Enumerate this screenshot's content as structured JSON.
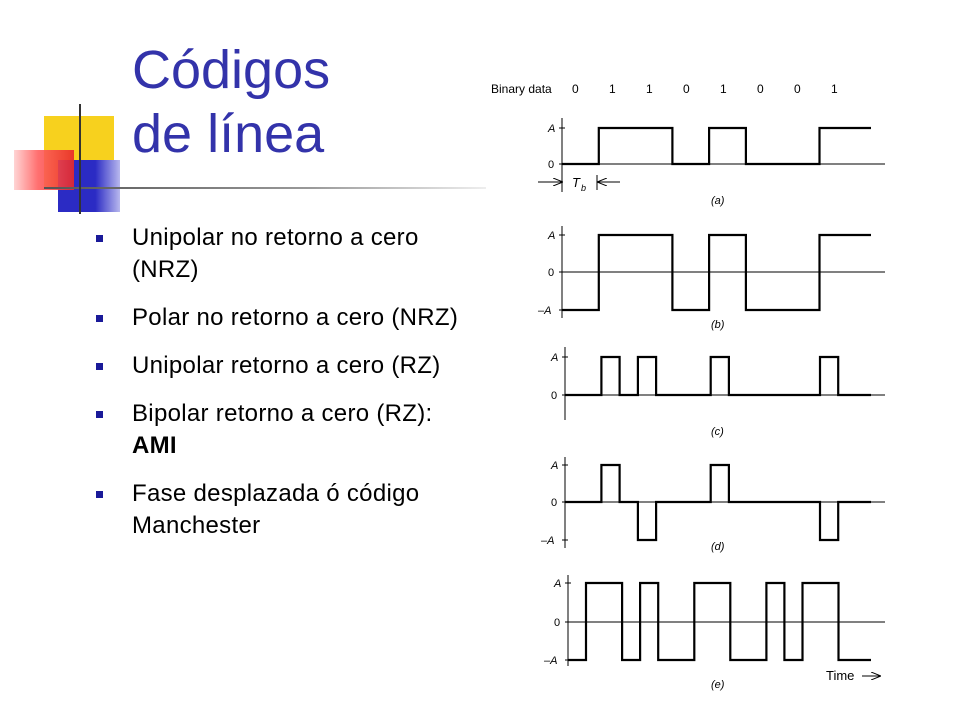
{
  "slide": {
    "title_line1": "Códigos",
    "title_line2": "de línea",
    "colors": {
      "title": "#3333aa",
      "bullet": "#1a1a99",
      "deco_yellow": "#f7d11e",
      "deco_red": "#e8282a",
      "deco_blue": "#2b2bc4"
    }
  },
  "bullets": [
    {
      "text": "Unipolar no retorno a cero (NRZ)",
      "bold": ""
    },
    {
      "text": "Polar no retorno a cero (NRZ)",
      "bold": ""
    },
    {
      "text": "Unipolar retorno a cero (RZ)",
      "bold": ""
    },
    {
      "text": "Bipolar retorno a cero (RZ): ",
      "bold": "AMI"
    },
    {
      "text": "Fase desplazada ó código Manchester",
      "bold": ""
    }
  ],
  "figure": {
    "binary_data_label": "Binary data",
    "bits": [
      "0",
      "1",
      "1",
      "0",
      "1",
      "0",
      "0",
      "1"
    ],
    "tb_label": "T",
    "tb_sub": "b",
    "time_label": "Time",
    "panels": [
      {
        "id": "a",
        "caption": "(a)",
        "levels_labels": [
          "A",
          "0"
        ],
        "code": "unipolar-nrz"
      },
      {
        "id": "b",
        "caption": "(b)",
        "levels_labels": [
          "A",
          "0",
          "–A"
        ],
        "code": "polar-nrz"
      },
      {
        "id": "c",
        "caption": "(c)",
        "levels_labels": [
          "A",
          "0"
        ],
        "code": "unipolar-rz"
      },
      {
        "id": "d",
        "caption": "(d)",
        "levels_labels": [
          "A",
          "0",
          "–A"
        ],
        "code": "bipolar-rz-ami"
      },
      {
        "id": "e",
        "caption": "(e)",
        "levels_labels": [
          "A",
          "0",
          "–A"
        ],
        "code": "manchester"
      }
    ]
  }
}
